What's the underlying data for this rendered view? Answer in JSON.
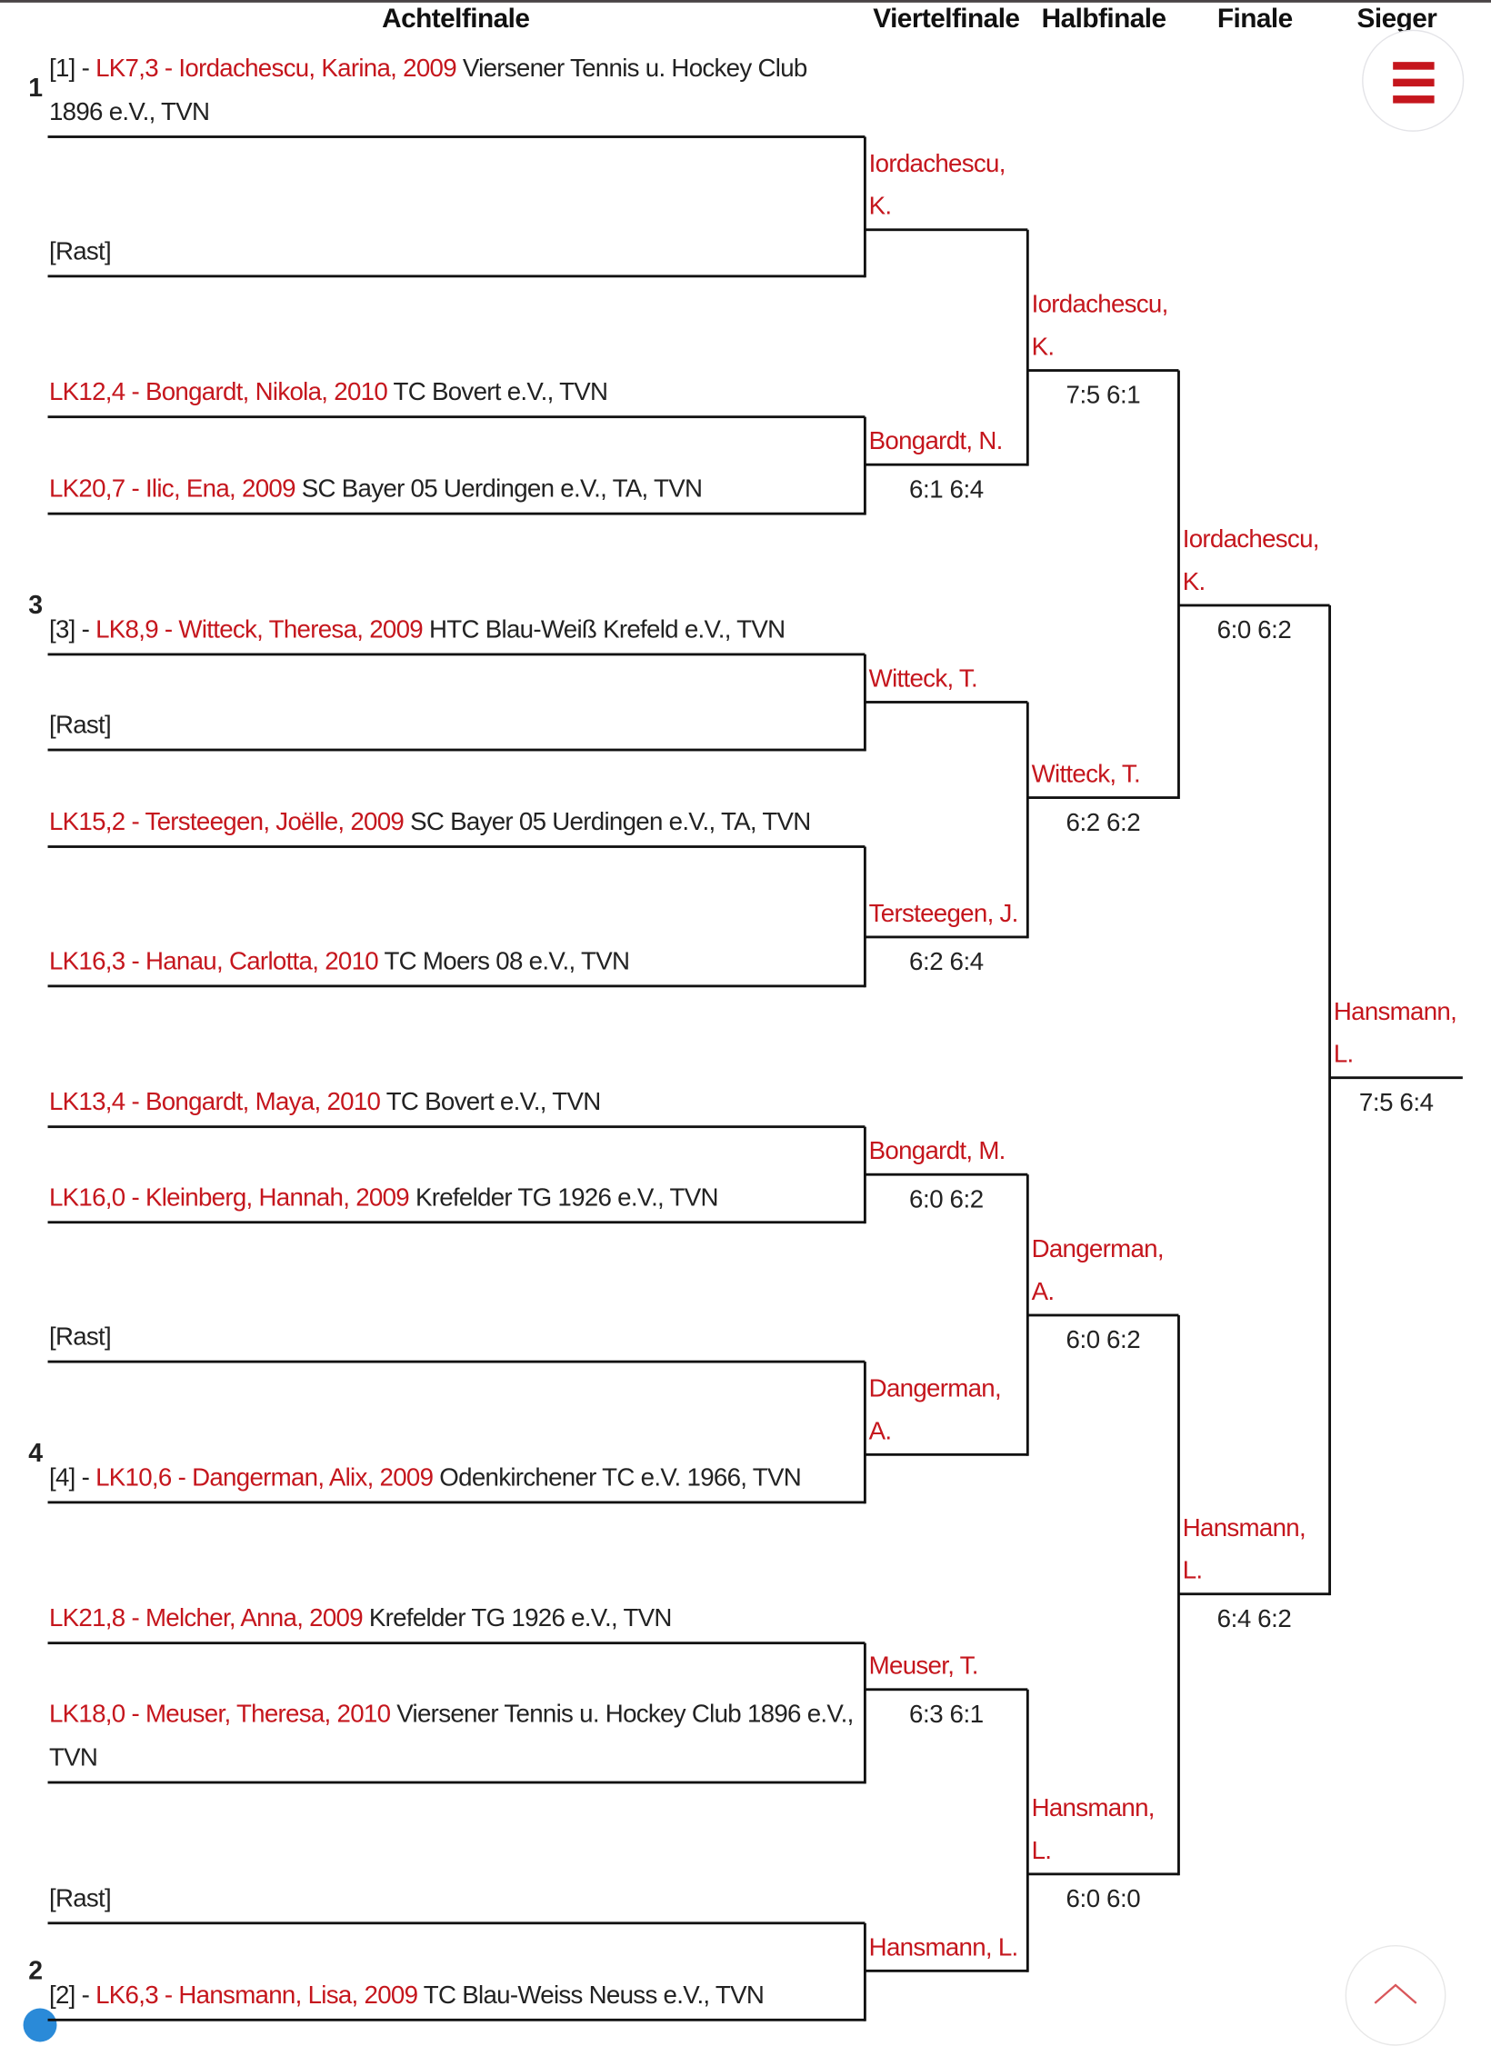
{
  "headers": {
    "r16": "Achtelfinale",
    "qf": "Viertelfinale",
    "sf": "Halbfinale",
    "final": "Finale",
    "winner": "Sieger"
  },
  "round16": [
    {
      "seed": "1",
      "prefix": "[1] - ",
      "player": "LK7,3 - Iordachescu, Karina, 2009",
      "club": " Viersener Tennis u. Hockey Club 1896 e.V., TVN"
    },
    {
      "prefix": "[Rast]",
      "player": "",
      "club": ""
    },
    {
      "prefix": "",
      "player": "LK12,4 - Bongardt, Nikola, 2010",
      "club": " TC Bovert e.V., TVN"
    },
    {
      "prefix": "",
      "player": "LK20,7 - Ilic, Ena, 2009",
      "club": " SC Bayer 05 Uerdingen e.V., TA, TVN"
    },
    {
      "seed": "3",
      "prefix": "[3] - ",
      "player": "LK8,9 - Witteck, Theresa, 2009",
      "club": " HTC Blau-Weiß Krefeld e.V., TVN"
    },
    {
      "prefix": "[Rast]",
      "player": "",
      "club": ""
    },
    {
      "prefix": "",
      "player": "LK15,2 - Tersteegen, Joëlle, 2009",
      "club": " SC Bayer 05 Uerdingen e.V., TA, TVN"
    },
    {
      "prefix": "",
      "player": "LK16,3 - Hanau, Carlotta, 2010",
      "club": " TC Moers 08 e.V., TVN"
    },
    {
      "prefix": "",
      "player": "LK13,4 - Bongardt, Maya, 2010",
      "club": " TC Bovert e.V., TVN"
    },
    {
      "prefix": "",
      "player": "LK16,0 - Kleinberg, Hannah, 2009",
      "club": " Krefelder TG 1926 e.V., TVN"
    },
    {
      "prefix": "[Rast]",
      "player": "",
      "club": ""
    },
    {
      "seed": "4",
      "prefix": "[4] - ",
      "player": "LK10,6 - Dangerman, Alix, 2009",
      "club": " Odenkirchener TC e.V. 1966, TVN"
    },
    {
      "prefix": "",
      "player": "LK21,8 - Melcher, Anna, 2009",
      "club": " Krefelder TG 1926 e.V., TVN"
    },
    {
      "prefix": "",
      "player": "LK18,0 - Meuser, Theresa, 2010",
      "club": " Viersener Tennis u. Hockey Club 1896 e.V., TVN"
    },
    {
      "prefix": "[Rast]",
      "player": "",
      "club": ""
    },
    {
      "seed": "2",
      "prefix": "[2] - ",
      "player": "LK6,3 - Hansmann, Lisa, 2009",
      "club": " TC Blau-Weiss Neuss e.V., TVN"
    }
  ],
  "quarterfinals": [
    {
      "name": "Iordachescu, K.",
      "score": ""
    },
    {
      "name": "Bongardt, N.",
      "score": "6:1 6:4"
    },
    {
      "name": "Witteck, T.",
      "score": ""
    },
    {
      "name": "Tersteegen, J.",
      "score": "6:2 6:4"
    },
    {
      "name": "Bongardt, M.",
      "score": "6:0 6:2"
    },
    {
      "name": "Dangerman, A.",
      "score": ""
    },
    {
      "name": "Meuser, T.",
      "score": "6:3 6:1"
    },
    {
      "name": "Hansmann, L.",
      "score": ""
    }
  ],
  "semifinals": [
    {
      "name": "Iordachescu, K.",
      "score": "7:5 6:1"
    },
    {
      "name": "Witteck, T.",
      "score": "6:2 6:2"
    },
    {
      "name": "Dangerman, A.",
      "score": "6:0 6:2"
    },
    {
      "name": "Hansmann, L.",
      "score": "6:0 6:0"
    }
  ],
  "finals": [
    {
      "name": "Iordachescu, K.",
      "score": "6:0 6:2"
    },
    {
      "name": "Hansmann, L.",
      "score": "6:4 6:2"
    }
  ],
  "winner": {
    "name": "Hansmann, L.",
    "score": "7:5 6:4"
  },
  "icons": {
    "menu": "hamburger-icon",
    "scroll_top": "chevron-up-icon"
  },
  "colors": {
    "accent": "#c5161d"
  }
}
